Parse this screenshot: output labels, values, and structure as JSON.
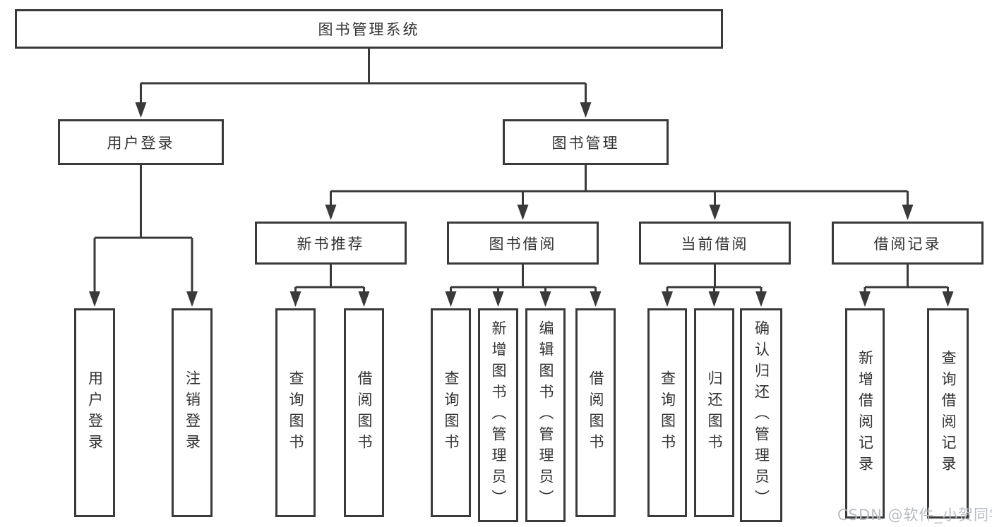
{
  "diagram": {
    "root": "图书管理系统",
    "user_login_branch": {
      "label": "用户登录",
      "children": [
        "用户登录",
        "注销登录"
      ]
    },
    "book_mgmt_branch": {
      "label": "图书管理",
      "sections": [
        {
          "label": "新书推荐",
          "children": [
            "查询图书",
            "借阅图书"
          ]
        },
        {
          "label": "图书借阅",
          "children": [
            "查询图书",
            "新增图书（管理员）",
            "编辑图书（管理员）",
            "借阅图书"
          ]
        },
        {
          "label": "当前借阅",
          "children": [
            "查询图书",
            "归还图书",
            "确认归还（管理员）"
          ]
        },
        {
          "label": "借阅记录",
          "children": [
            "新增借阅记录",
            "查询借阅记录"
          ]
        }
      ]
    }
  },
  "watermark": "CSDN @软件_小贺同学",
  "colors": {
    "line": "#3a3a3a",
    "text": "#333333",
    "background": "#ffffff",
    "watermark": "#b9bdc2"
  }
}
